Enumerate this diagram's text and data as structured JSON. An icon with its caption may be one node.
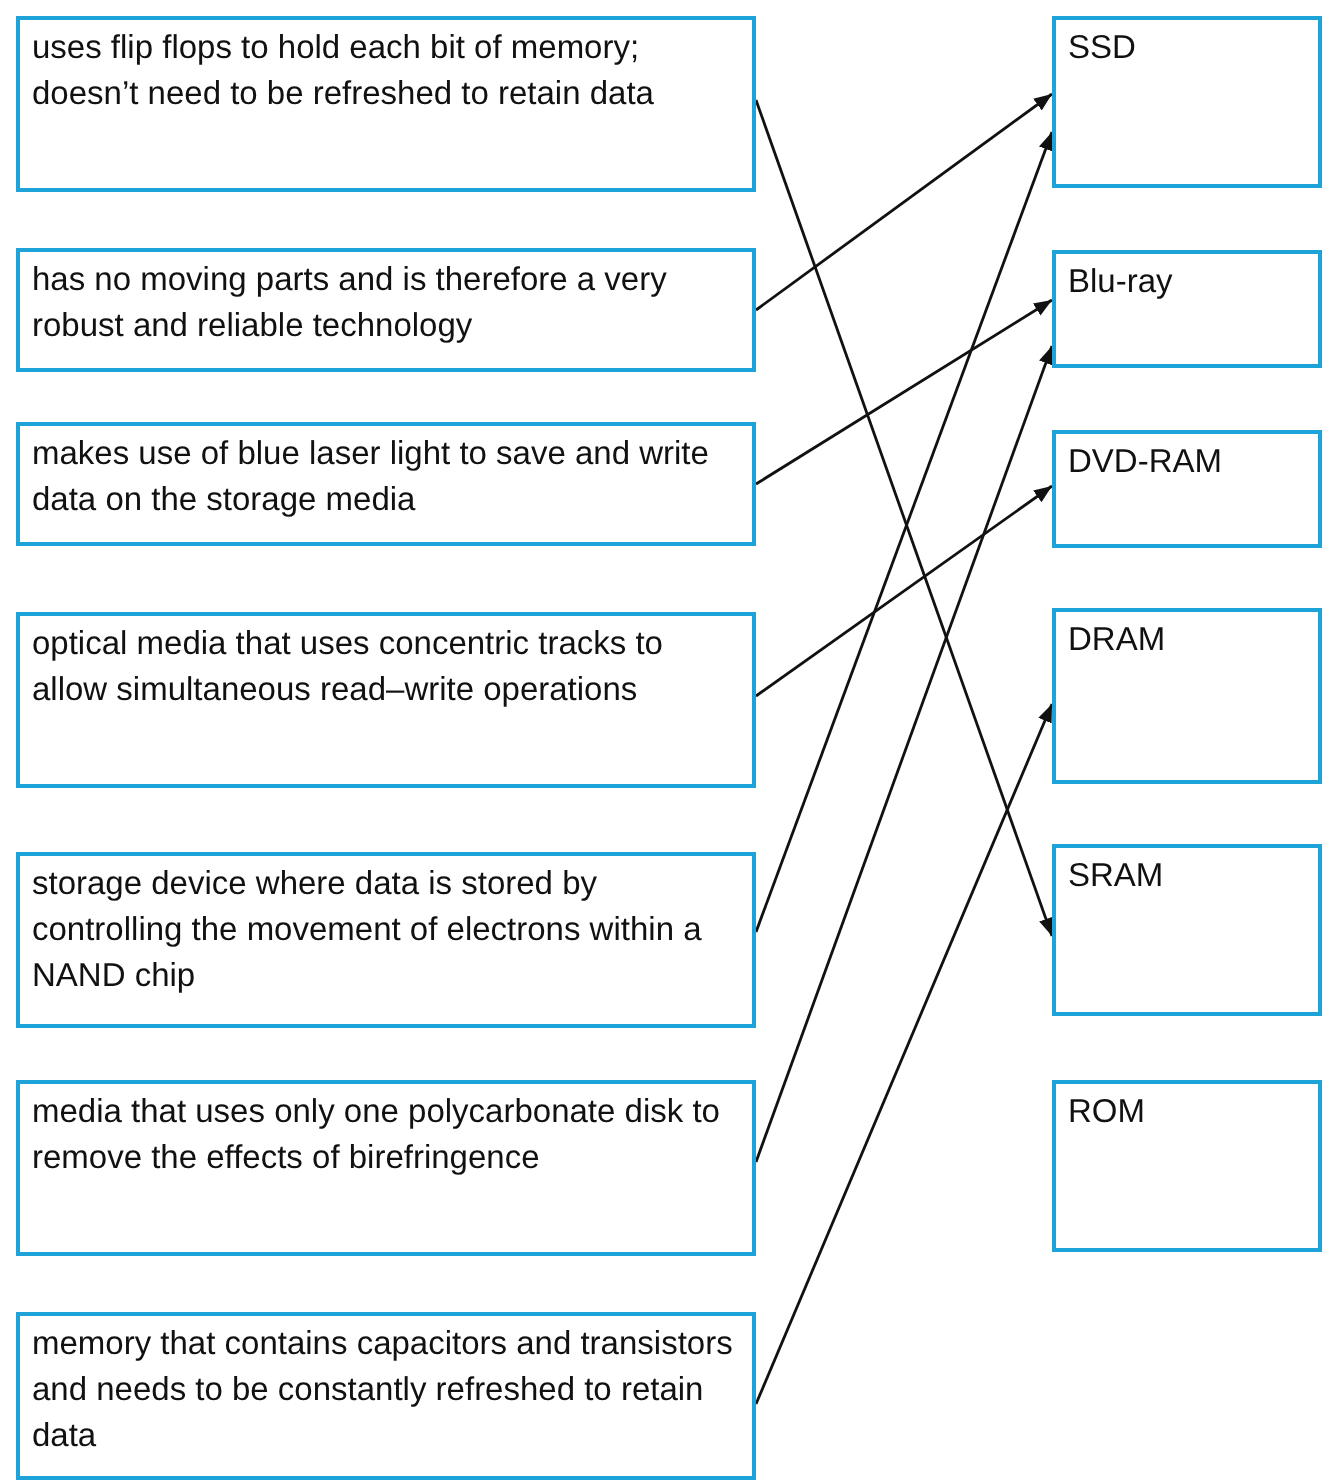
{
  "diagram": {
    "nodes": [
      {
        "text": [
          "uses flip flops to hold each bit of memory; doesn’t need to be refreshed to retain data"
        ]
      },
      {
        "text": [
          "has no moving parts and is therefore a very robust and reliable technology"
        ]
      },
      {
        "text": [
          "makes use of blue laser light to save and write data on the storage media"
        ]
      },
      {
        "text": [
          "optical media that uses concentric tracks to allow simultaneous read–write operations"
        ]
      },
      {
        "text": [
          "storage device where data is stored by controlling the movement of electrons within a NAND chip"
        ]
      },
      {
        "text": [
          "media that uses only one polycarbonate disk to remove the effects of birefringence"
        ]
      },
      {
        "text": [
          "memory that contains capacitors and transistors and needs to be constantly refreshed to retain data"
        ]
      },
      {
        "text": [
          "SSD"
        ]
      },
      {
        "text": [
          "Blu-ray"
        ]
      },
      {
        "text": [
          "DVD-RAM"
        ]
      },
      {
        "text": [
          "DRAM"
        ]
      },
      {
        "text": [
          "SRAM"
        ]
      },
      {
        "text": [
          "ROM"
        ]
      }
    ],
    "edges": [
      {
        "from": 0,
        "to": 11,
        "arrow": "to"
      },
      {
        "from": 1,
        "to": 7,
        "arrow": "to"
      },
      {
        "from": 2,
        "to": 8,
        "arrow": "to"
      },
      {
        "from": 3,
        "to": 9,
        "arrow": "to"
      },
      {
        "from": 4,
        "to": 7,
        "arrow": "to"
      },
      {
        "from": 5,
        "to": 8,
        "arrow": "to"
      },
      {
        "from": 6,
        "to": 10,
        "arrow": "to"
      }
    ]
  }
}
